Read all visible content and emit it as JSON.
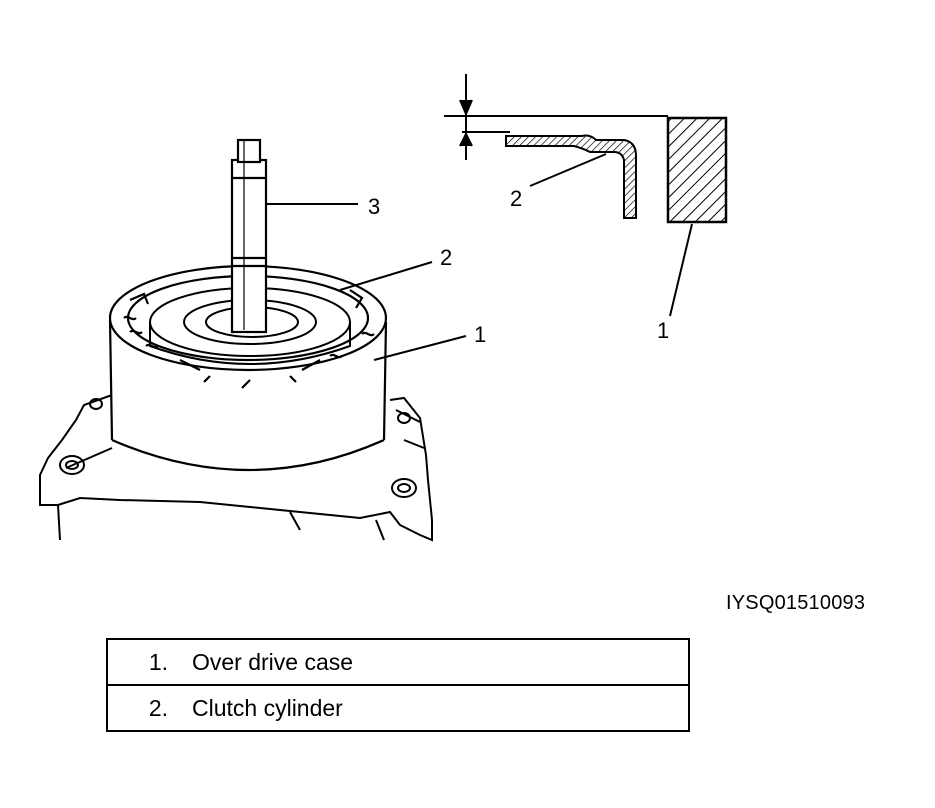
{
  "callouts": {
    "main_shaft": "3",
    "main_cylinder": "2",
    "main_case": "1",
    "detail_cylinder": "2",
    "detail_case": "1"
  },
  "figure_code": "IYSQ01510093",
  "legend": [
    {
      "number": "1.",
      "text": "Over drive case"
    },
    {
      "number": "2.",
      "text": "Clutch cylinder"
    }
  ]
}
